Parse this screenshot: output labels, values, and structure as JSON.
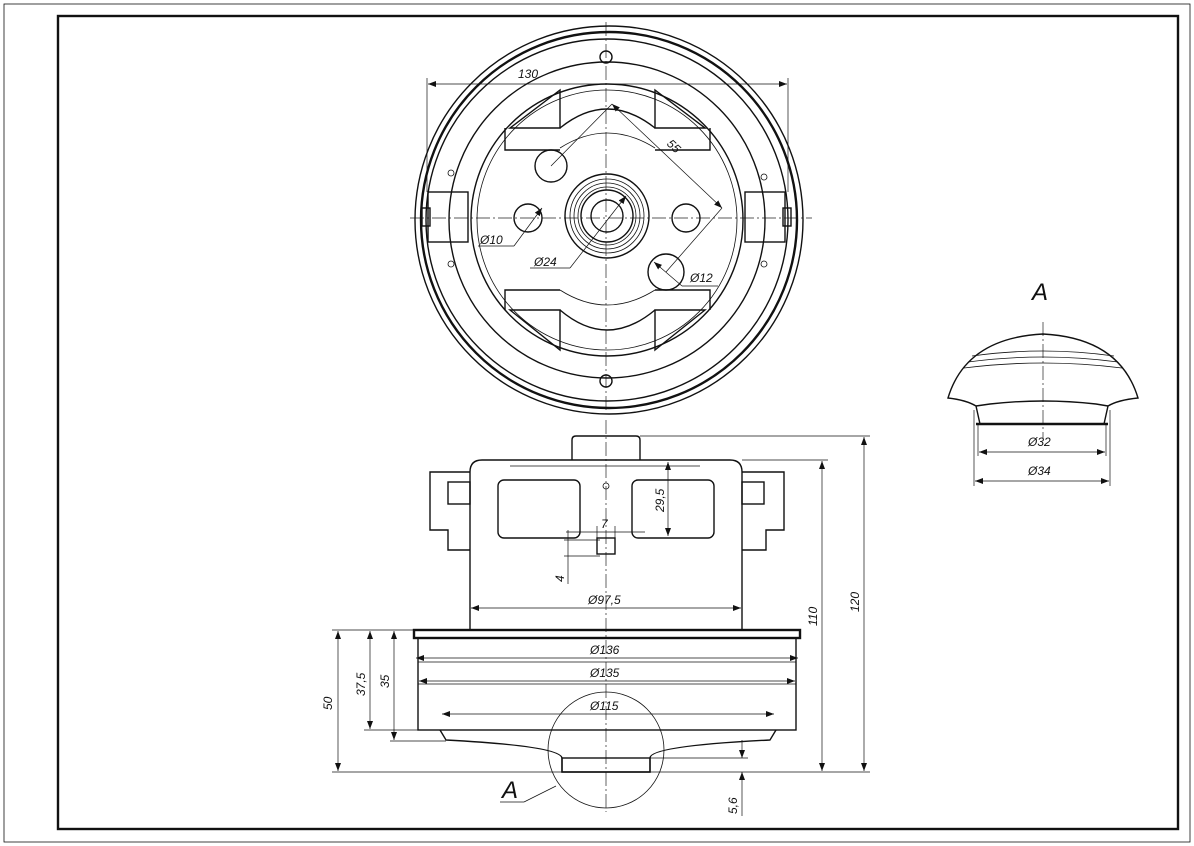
{
  "drawing": {
    "top_view": {
      "dim_130": "130",
      "dim_55": "55",
      "dim_d10": "Ø10",
      "dim_d24": "Ø24",
      "dim_d12": "Ø12"
    },
    "side_view": {
      "dim_29_5": "29,5",
      "dim_7": "7",
      "dim_4": "4",
      "dim_d97_5": "Ø97,5",
      "dim_d136": "Ø136",
      "dim_d135": "Ø135",
      "dim_d115": "Ø115",
      "dim_110": "110",
      "dim_120": "120",
      "dim_50": "50",
      "dim_37_5": "37,5",
      "dim_35": "35",
      "dim_5_6": "5,6",
      "callout_label": "A"
    },
    "detail_view": {
      "label": "A",
      "dim_d32": "Ø32",
      "dim_d34": "Ø34"
    }
  }
}
